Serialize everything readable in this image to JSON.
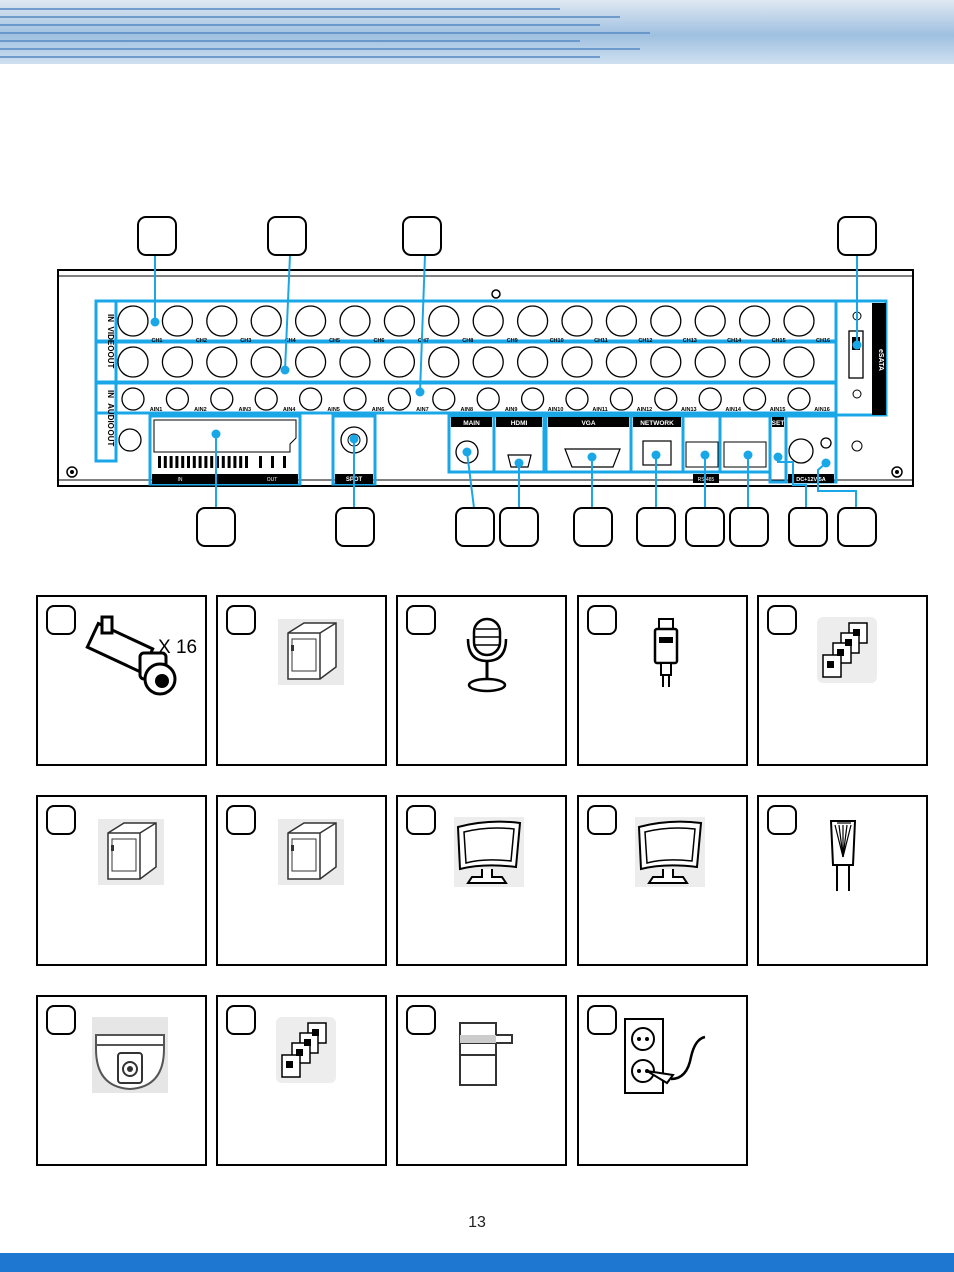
{
  "page": {
    "number": "13"
  },
  "rear_panel": {
    "video_in_label": "IN",
    "video_group_label": "VIDEO",
    "video_out_label": "OUT",
    "audio_in_label": "IN",
    "audio_group_label": "AUDIO",
    "audio_out_label": "OUT",
    "channels": [
      "CH1",
      "CH2",
      "CH3",
      "CH4",
      "CH5",
      "CH6",
      "CH7",
      "CH8",
      "CH9",
      "CH10",
      "CH11",
      "CH12",
      "CH13",
      "CH14",
      "CH15",
      "CH16"
    ],
    "audio_inputs": [
      "AIN1",
      "AIN2",
      "AIN3",
      "AIN4",
      "AIN5",
      "AIN6",
      "AIN7",
      "AIN8",
      "AIN9",
      "AIN10",
      "AIN11",
      "AIN12",
      "AIN13",
      "AIN14",
      "AIN15",
      "AIN16"
    ],
    "esata_label": "eSATA",
    "spot_label": "SPOT",
    "main_label": "MAIN",
    "hdmi_label": "HDMI",
    "vga_label": "VGA",
    "network_label": "NETWORK",
    "rs485_label": "RS 485",
    "set_label": "SET",
    "power_label": "DC+12V/5A",
    "alarm_in_label": "IN",
    "alarm_out_label": "OUT"
  },
  "cards": [
    {
      "icon": "camera-icon",
      "multiplier": "X 16"
    },
    {
      "icon": "monitor-icon"
    },
    {
      "icon": "microphone-icon"
    },
    {
      "icon": "hdmi-plug-icon"
    },
    {
      "icon": "sensor-array-icon"
    },
    {
      "icon": "monitor-icon"
    },
    {
      "icon": "monitor-icon"
    },
    {
      "icon": "lcd-monitor-icon"
    },
    {
      "icon": "lcd-monitor-icon"
    },
    {
      "icon": "network-cable-icon"
    },
    {
      "icon": "dome-camera-icon"
    },
    {
      "icon": "sensor-array-icon"
    },
    {
      "icon": "drive-bay-icon"
    },
    {
      "icon": "power-outlet-icon"
    }
  ],
  "colors": {
    "accent": "#1aa7e8",
    "footer": "#1e78d2"
  }
}
